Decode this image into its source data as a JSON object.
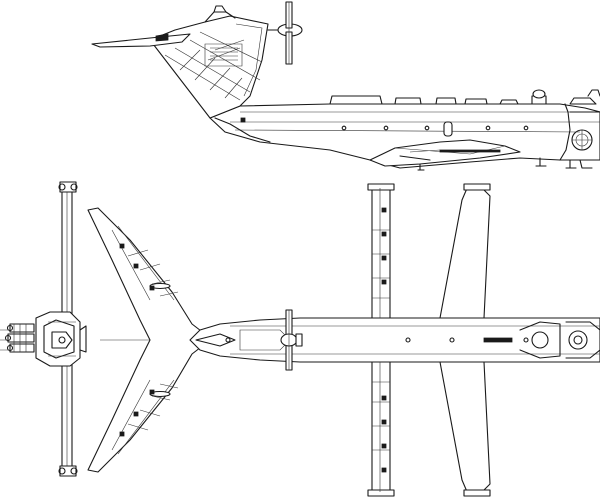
{
  "drawing": {
    "views": [
      "side",
      "top",
      "front"
    ],
    "line_color": "#1a1a1a",
    "background_color": "#ffffff"
  }
}
